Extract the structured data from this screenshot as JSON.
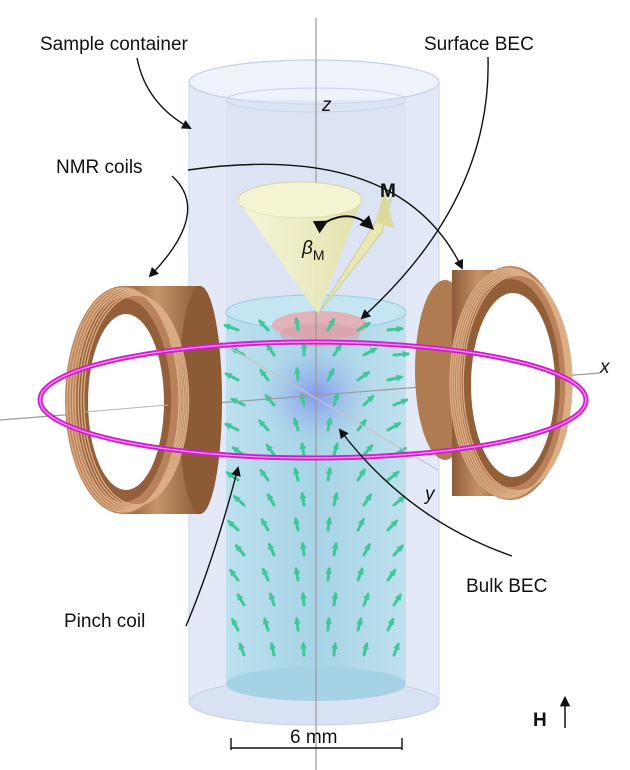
{
  "labels": {
    "sample_container": "Sample container",
    "surface_bec": "Surface BEC",
    "nmr_coils": "NMR coils",
    "bulk_bec": "Bulk BEC",
    "pinch_coil": "Pinch coil",
    "magnetization": "M",
    "beta_symbol": "β",
    "beta_subscript": "M",
    "field": "H"
  },
  "axes": {
    "x": "x",
    "y": "y",
    "z": "z"
  },
  "scale_bar": "6 mm",
  "colors": {
    "container": "#dfe6f5",
    "bulk_bec": "#a9d6e8",
    "spin_arrow": "#3fc79a",
    "coil": "#b9825a",
    "pinch_coil": "#d81ad0",
    "cone": "#f1f0c8",
    "surface_bec": "#e0a4aa",
    "core": "#8fa3f0"
  }
}
